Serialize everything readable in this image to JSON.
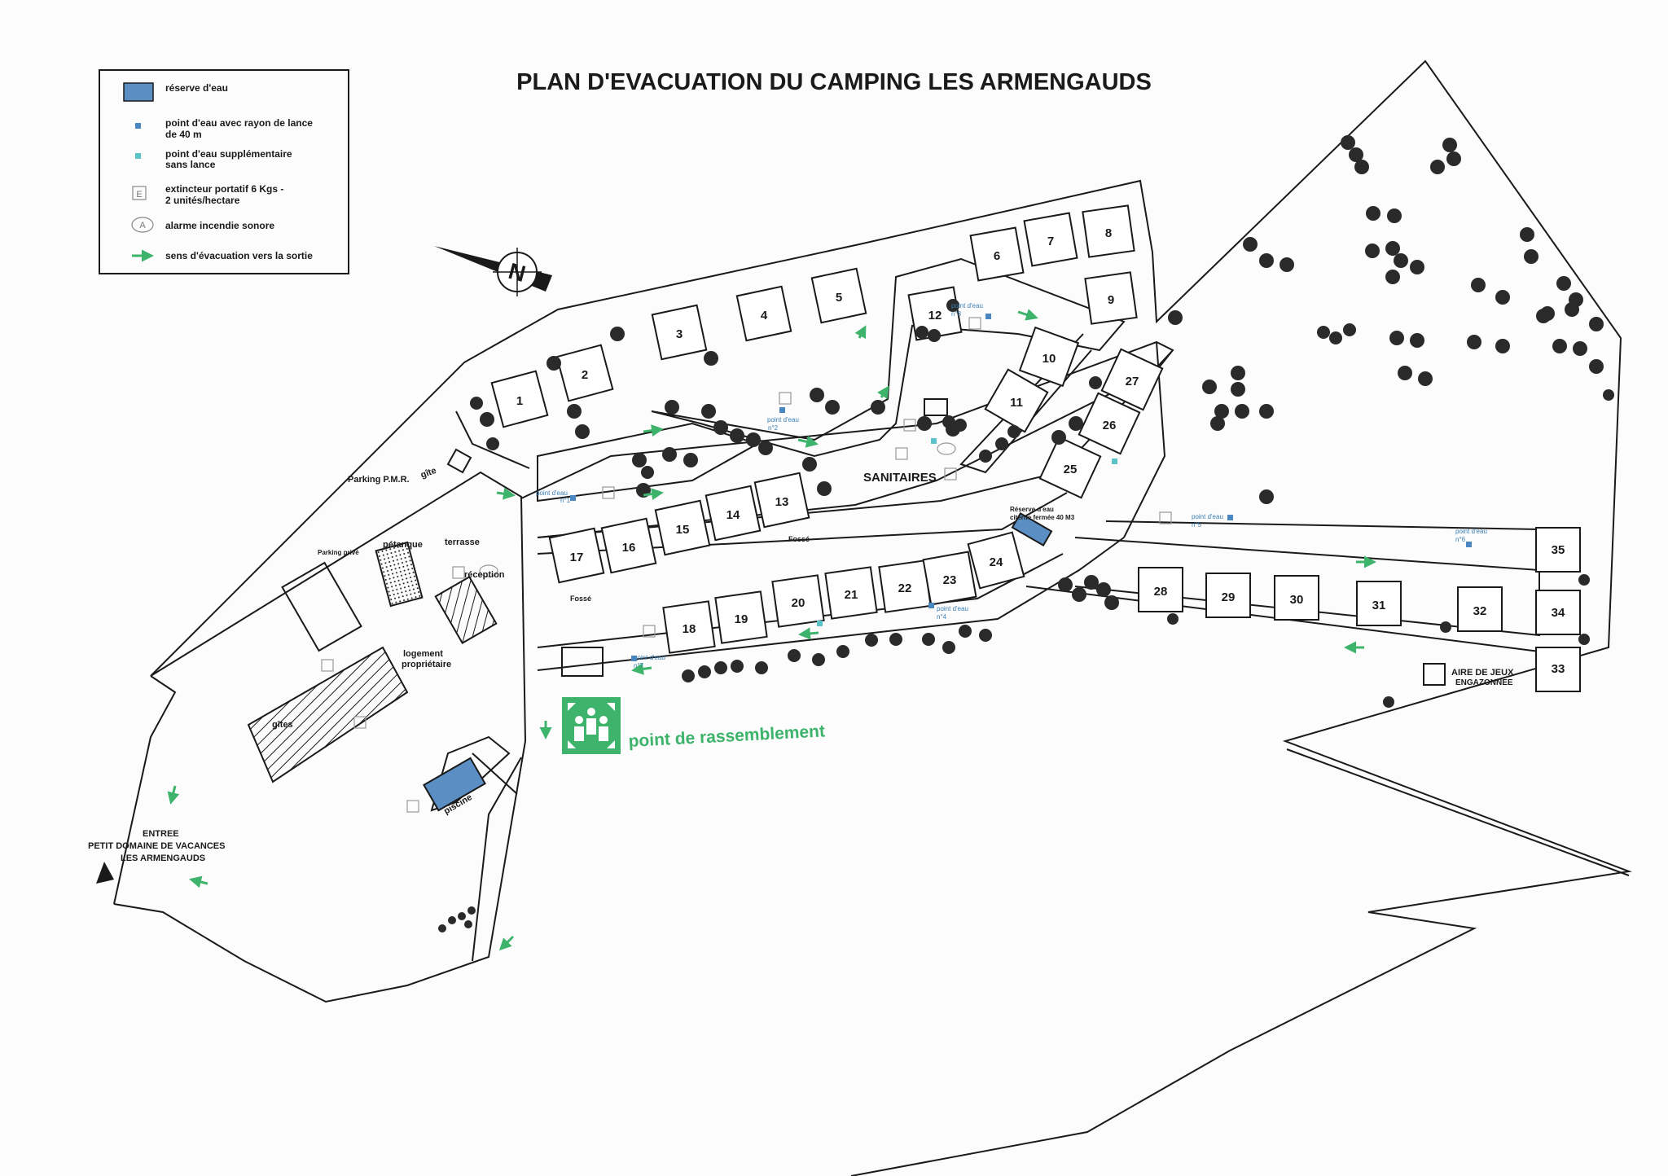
{
  "title": "PLAN D'EVACUATION DU CAMPING LES ARMENGAUDS",
  "colors": {
    "water_reserve": "#5b8fc4",
    "water_point": "#4a86c0",
    "water_point_extra": "#5bc2c8",
    "evacuation_green": "#3db36b",
    "line": "#1a1a1a"
  },
  "legend": {
    "items": [
      {
        "icon": "water-reserve-icon",
        "text": "réserve d'eau"
      },
      {
        "icon": "water-point-icon",
        "text": "point d'eau avec rayon de lance",
        "text2": "de 40 m"
      },
      {
        "icon": "water-point-extra-icon",
        "text": "point d'eau supplémentaire",
        "text2": "sans lance"
      },
      {
        "icon": "extinguisher-icon",
        "symbol": "E",
        "text": "extincteur portatif 6 Kgs -",
        "text2": "2 unités/hectare"
      },
      {
        "icon": "alarm-icon",
        "symbol": "A",
        "text": "alarme incendie sonore"
      },
      {
        "icon": "evacuation-arrow-icon",
        "text": "sens d'évacuation vers la sortie"
      }
    ]
  },
  "compass": {
    "letter": "N"
  },
  "pitches": [
    "1",
    "2",
    "3",
    "4",
    "5",
    "6",
    "7",
    "8",
    "9",
    "10",
    "11",
    "12",
    "13",
    "14",
    "15",
    "16",
    "17",
    "18",
    "19",
    "20",
    "21",
    "22",
    "23",
    "24",
    "25",
    "26",
    "27",
    "28",
    "29",
    "30",
    "31",
    "32",
    "33",
    "34",
    "35"
  ],
  "areas": {
    "sanitaires": "SANITAIRES",
    "parking_pmr": "Parking P.M.R.",
    "gite": "gîte",
    "petanque": "pétanque",
    "terrasse": "terrasse",
    "reception": "réception",
    "parking_prive": "Parking privé",
    "logement_line1": "logement",
    "logement_line2": "propriétaire",
    "gites": "gîtes",
    "piscine": "piscine",
    "fosse": "Fossé",
    "aire_jeux_line1": "AIRE DE JEUX",
    "aire_jeux_line2": "ENGAZONNEE",
    "reserve_line1": "Réserve d'eau",
    "reserve_line2": "citerne fermée 40 M3",
    "entree_line1": "ENTREE",
    "entree_line2": "PETIT DOMAINE DE VACANCES",
    "entree_line3": "LES ARMENGAUDS",
    "rassemblement": "point de rassemblement"
  },
  "water_points": {
    "label": "point d'eau",
    "n1": "n°1",
    "n2": "n°2",
    "n3": "n°3",
    "n4": "n°4",
    "n5": "n°5",
    "n6": "n°6",
    "n7": "n°7"
  }
}
